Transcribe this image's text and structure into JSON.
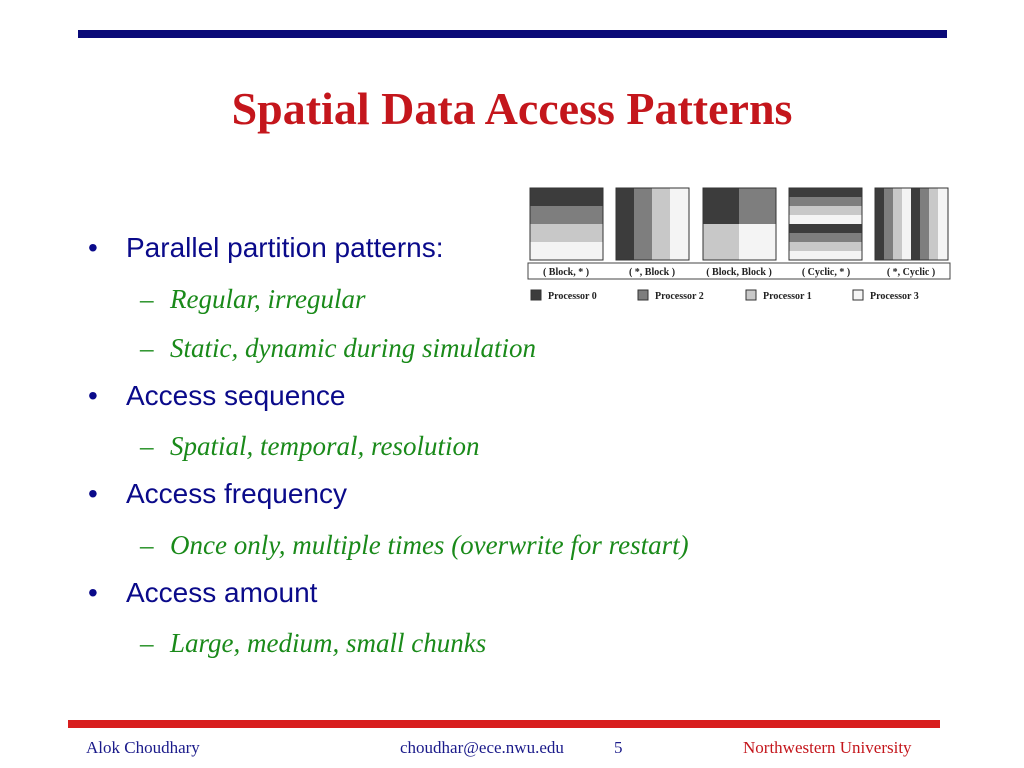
{
  "slide": {
    "title": "Spatial Data Access Patterns",
    "bullets": [
      {
        "text": "Parallel partition patterns:",
        "subs": [
          "Regular, irregular",
          "Static, dynamic during simulation"
        ]
      },
      {
        "text": "Access sequence",
        "subs": [
          "Spatial, temporal, resolution"
        ]
      },
      {
        "text": "Access frequency",
        "subs": [
          "Once only, multiple times (overwrite for restart)"
        ]
      },
      {
        "text": "Access amount",
        "subs": [
          "Large, medium, small chunks"
        ]
      }
    ],
    "bullet_symbol": "•",
    "sub_symbol": "–"
  },
  "diagram": {
    "patterns": [
      "( Block,  * )",
      "( *,  Block )",
      "( Block,  Block )",
      "( Cyclic,  * )",
      "( *,  Cyclic )"
    ],
    "legend": [
      {
        "label": "Processor  0",
        "color": "#3c3c3c"
      },
      {
        "label": "Processor  2",
        "color": "#7e7e7e"
      },
      {
        "label": "Processor  1",
        "color": "#c8c8c8"
      },
      {
        "label": "Processor  3",
        "color": "#f4f4f4"
      }
    ]
  },
  "footer": {
    "author": "Alok Choudhary",
    "email": "choudhar@ece.nwu.edu",
    "page": "5",
    "org": "Northwestern University"
  },
  "colors": {
    "title": "#c4161c",
    "bullet": "#0a0a8a",
    "sub": "#1a8a1a",
    "top_bar": "#0a0a78",
    "bottom_bar": "#d81e1e"
  }
}
